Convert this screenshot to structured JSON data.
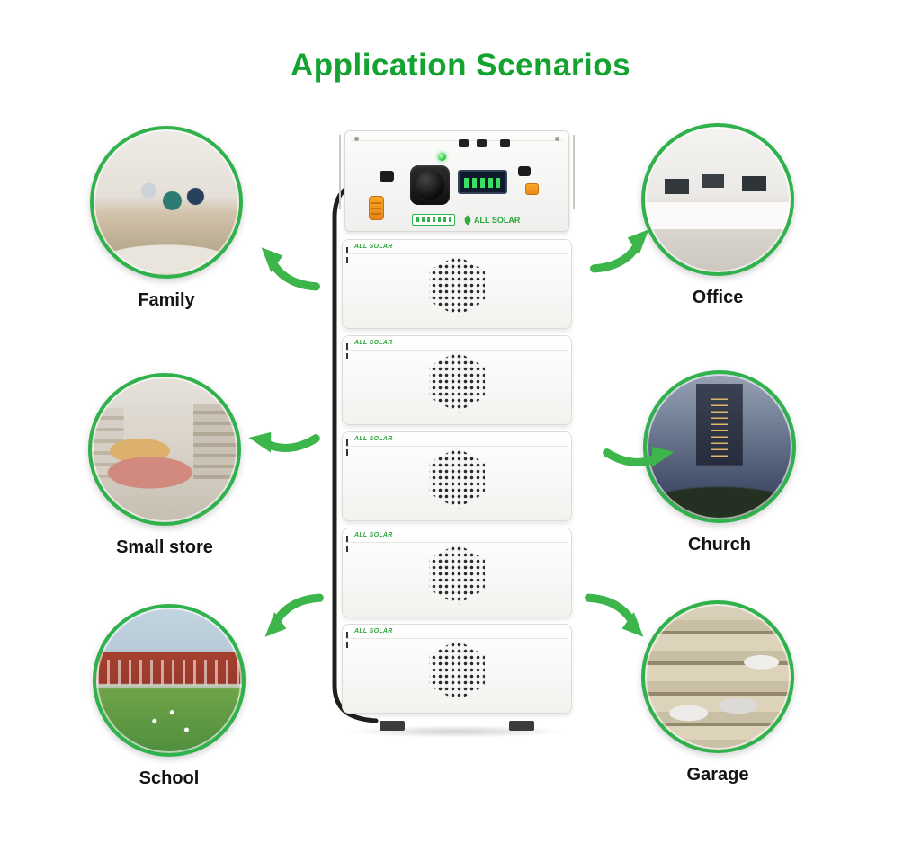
{
  "title": "Application Scenarios",
  "colors": {
    "accent_green": "#14a330",
    "arrow_green": "#3cb54a",
    "circle_ring_green": "#2fb14c",
    "label_text": "#141414"
  },
  "device": {
    "brand": "ALL SOLAR",
    "module_brand": "ALL SOLAR",
    "module_count": 5
  },
  "scenarios": [
    {
      "id": "family",
      "label": "Family",
      "side": "left"
    },
    {
      "id": "office",
      "label": "Office",
      "side": "right"
    },
    {
      "id": "small-store",
      "label": "Small store",
      "side": "left"
    },
    {
      "id": "church",
      "label": "Church",
      "side": "right"
    },
    {
      "id": "school",
      "label": "School",
      "side": "left"
    },
    {
      "id": "garage",
      "label": "Garage",
      "side": "right"
    }
  ]
}
